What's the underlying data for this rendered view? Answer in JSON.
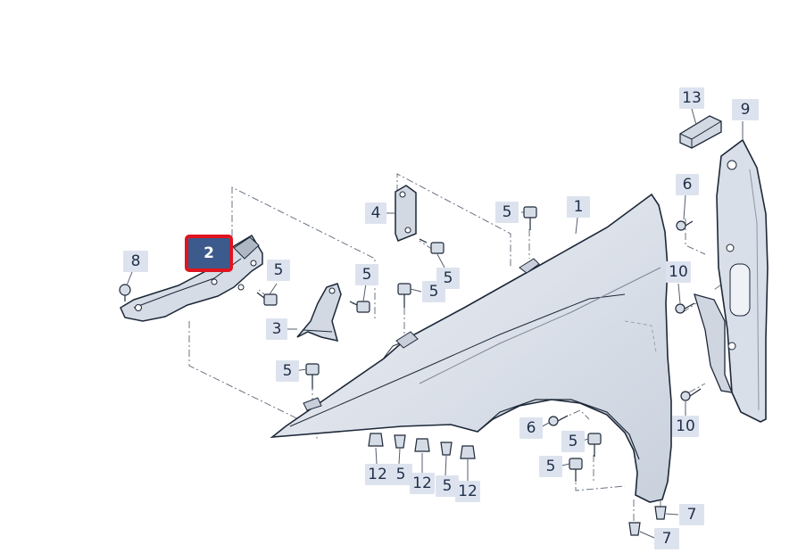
{
  "colors": {
    "part_fill": "#dfe5ee",
    "part_stroke": "#1d2838",
    "part_dark": "#8c97a8",
    "leader": "#555e6c",
    "callout_bg": "#dde3ee",
    "callout_text": "#1f2f4a",
    "selected_bg": "#3d5a8c",
    "selected_outline": "#e0141e"
  },
  "callouts": [
    {
      "id": "c1",
      "label": "1"
    },
    {
      "id": "c2",
      "label": "2",
      "selected": true
    },
    {
      "id": "c3",
      "label": "3"
    },
    {
      "id": "c4",
      "label": "4"
    },
    {
      "id": "c5a",
      "label": "5"
    },
    {
      "id": "c5b",
      "label": "5"
    },
    {
      "id": "c5c",
      "label": "5"
    },
    {
      "id": "c5d",
      "label": "5"
    },
    {
      "id": "c5e",
      "label": "5"
    },
    {
      "id": "c5f",
      "label": "5"
    },
    {
      "id": "c5g",
      "label": "5"
    },
    {
      "id": "c5h",
      "label": "5"
    },
    {
      "id": "c5i",
      "label": "5"
    },
    {
      "id": "c5j",
      "label": "5"
    },
    {
      "id": "c6a",
      "label": "6"
    },
    {
      "id": "c6b",
      "label": "6"
    },
    {
      "id": "c7a",
      "label": "7"
    },
    {
      "id": "c7b",
      "label": "7"
    },
    {
      "id": "c8",
      "label": "8"
    },
    {
      "id": "c9",
      "label": "9"
    },
    {
      "id": "c10a",
      "label": "10"
    },
    {
      "id": "c10b",
      "label": "10"
    },
    {
      "id": "c12a",
      "label": "12"
    },
    {
      "id": "c12b",
      "label": "12"
    },
    {
      "id": "c12c",
      "label": "12"
    },
    {
      "id": "c13",
      "label": "13"
    }
  ]
}
